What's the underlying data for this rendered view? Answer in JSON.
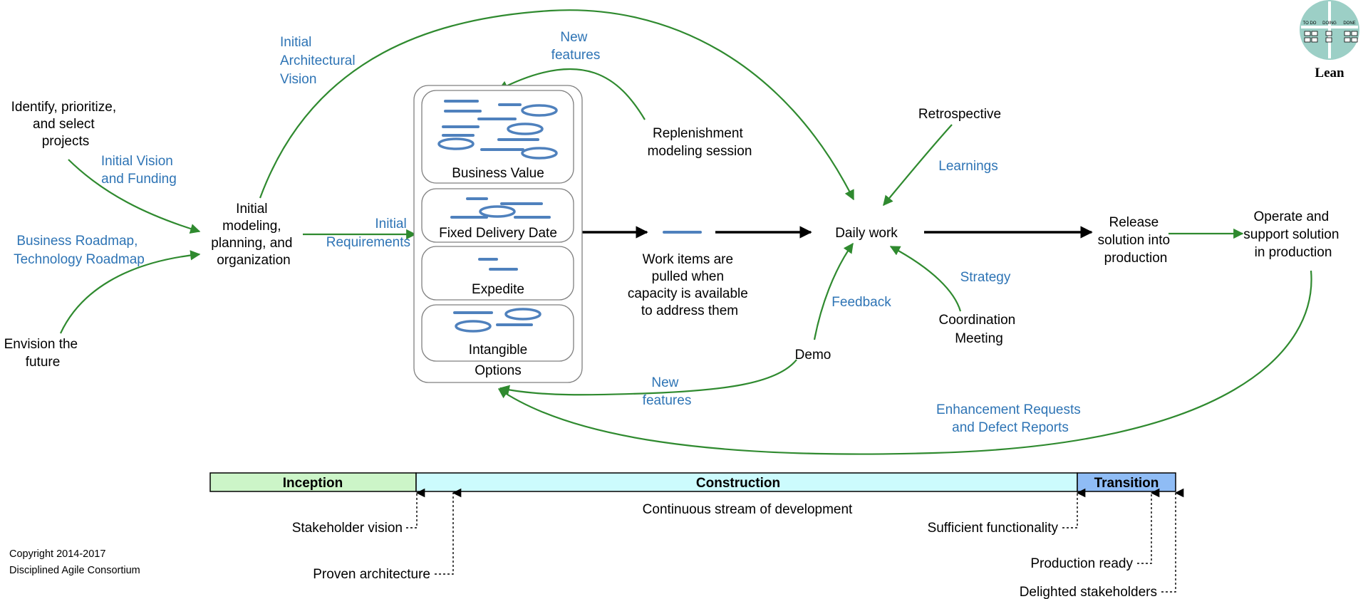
{
  "logo": {
    "label": "Lean",
    "board_columns": [
      "TO DO",
      "DOING",
      "DONE"
    ]
  },
  "nodes": {
    "identify": [
      "Identify, prioritize,",
      "and select",
      "projects"
    ],
    "envision": [
      "Envision the",
      "future"
    ],
    "initial_modeling": [
      "Initial",
      "modeling,",
      "planning, and",
      "organization"
    ],
    "replenishment": [
      "Replenishment",
      "modeling session"
    ],
    "work_items": [
      "Work items are",
      "pulled when",
      "capacity is available",
      "to address them"
    ],
    "retrospective": "Retrospective",
    "daily_work": "Daily work",
    "release": [
      "Release",
      "solution into",
      "production"
    ],
    "operate": [
      "Operate and",
      "support solution",
      "in production"
    ],
    "coordination": [
      "Coordination",
      "Meeting"
    ],
    "demo": "Demo"
  },
  "flows": {
    "initial_vision_funding": [
      "Initial Vision",
      "and Funding"
    ],
    "roadmaps": [
      "Business Roadmap,",
      "Technology Roadmap"
    ],
    "architectural_vision": [
      "Initial",
      "Architectural",
      "Vision"
    ],
    "new_features_top": [
      "New",
      "features"
    ],
    "initial_requirements": [
      "Initial",
      "Requirements"
    ],
    "learnings": "Learnings",
    "strategy": "Strategy",
    "feedback": "Feedback",
    "new_features_bottom": [
      "New",
      "features"
    ],
    "enhancements": [
      "Enhancement Requests",
      "and Defect Reports"
    ]
  },
  "lanes": {
    "business_value": "Business Value",
    "fixed_delivery_date": "Fixed Delivery Date",
    "expedite": "Expedite",
    "intangible": "Intangible",
    "options": "Options"
  },
  "timeline": {
    "phases": [
      {
        "name": "Inception",
        "color": "#ccf5c8"
      },
      {
        "name": "Construction",
        "color": "#ccfbfd"
      },
      {
        "name": "Transition",
        "color": "#8fbcf5"
      }
    ],
    "continuous": "Continuous stream of development",
    "milestones": {
      "stakeholder_vision": "Stakeholder vision",
      "proven_architecture": "Proven architecture",
      "sufficient_functionality": "Sufficient functionality",
      "production_ready": "Production ready",
      "delighted_stakeholders": "Delighted stakeholders"
    }
  },
  "copyright": [
    "Copyright 2014-2017",
    "Disciplined Agile Consortium"
  ],
  "colors": {
    "label_blue": "#2e74b5",
    "arrow_green": "#2f8a2f",
    "bar_blue": "#4f81bd",
    "logo_teal": "#9ccfc6"
  }
}
